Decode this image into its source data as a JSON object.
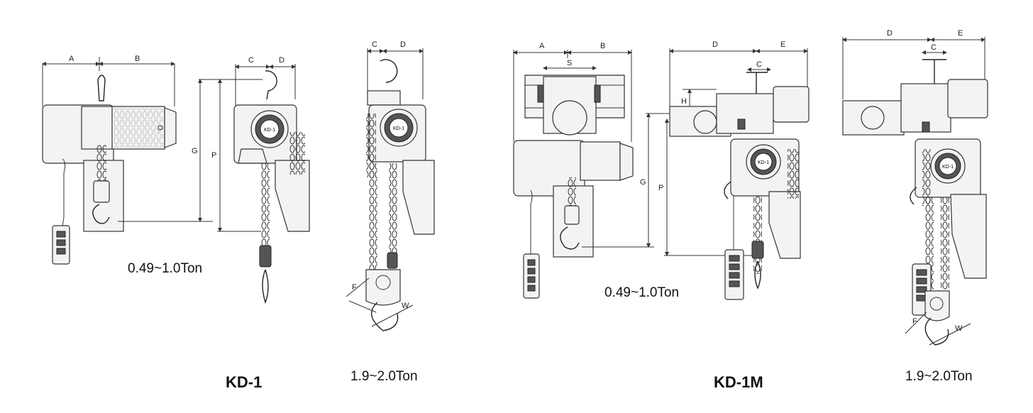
{
  "captions": {
    "kd1_small": "0.49~1.0Ton",
    "kd1_large": "1.9~2.0Ton",
    "kd1m_small": "0.49~1.0Ton",
    "kd1m_large": "1.9~2.0Ton"
  },
  "models": {
    "kd1": "KD-1",
    "kd1m": "KD-1M"
  },
  "dimensions": {
    "A": "A",
    "B": "B",
    "C": "C",
    "D": "D",
    "E": "E",
    "G": "G",
    "P": "P",
    "S": "S",
    "H": "H",
    "F": "F",
    "W": "W"
  },
  "badge": "KD-1"
}
